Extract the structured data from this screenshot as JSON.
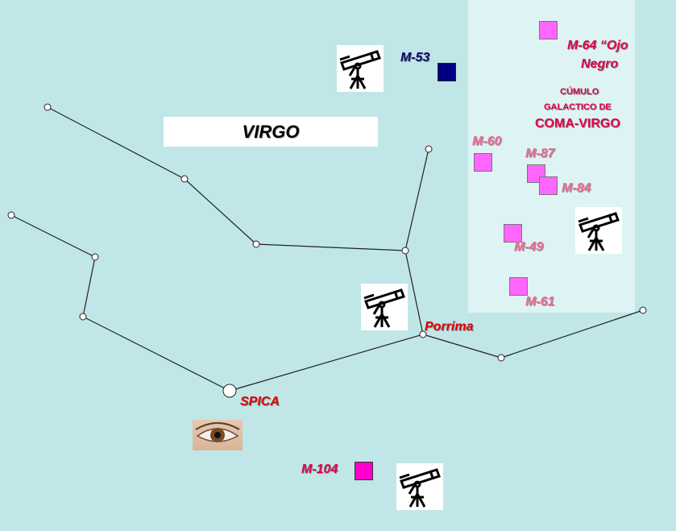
{
  "title": "VIRGO",
  "cluster": {
    "line1": "CÚMULO",
    "line2": "GALACTICO DE",
    "line3": "COMA-VIRGO"
  },
  "stars": {
    "spica": "SPICA",
    "porrima": "Porrima"
  },
  "objects": {
    "m53": "M-53",
    "m64_line1": "M-64 “Ojo",
    "m64_line2": "Negro",
    "m60": "M-60",
    "m87": "M-87",
    "m84": "M-84",
    "m49": "M-49",
    "m61": "M-61",
    "m104": "M-104"
  },
  "colors": {
    "background": "#c0e6e8",
    "panel": "#def4f4",
    "galaxy": "#ff66ff",
    "cluster_globular": "#000080",
    "label_red": "#e0004a",
    "label_pink": "#f06a96"
  }
}
